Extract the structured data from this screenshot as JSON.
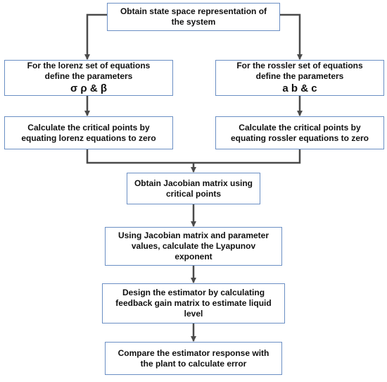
{
  "nodes": {
    "state_space": {
      "lines": [
        "Obtain state space representation of",
        "the system"
      ]
    },
    "lorenz_params": {
      "lines": [
        "For the lorenz set of equations",
        "define the parameters"
      ],
      "params": "σ ρ & β"
    },
    "rossler_params": {
      "lines": [
        "For the rossler set of equations",
        "define the parameters"
      ],
      "params": "a b & c"
    },
    "lorenz_critical": {
      "lines": [
        "Calculate the critical points by",
        "equating lorenz equations to zero"
      ]
    },
    "rossler_critical": {
      "lines": [
        "Calculate the critical points by",
        "equating rossler equations to zero"
      ]
    },
    "jacobian": {
      "lines": [
        "Obtain Jacobian matrix using",
        "critical points"
      ]
    },
    "lyapunov": {
      "lines": [
        "Using Jacobian matrix and parameter",
        "values, calculate the Lyapunov",
        "exponent"
      ]
    },
    "estimator": {
      "lines": [
        "Design the estimator by calculating",
        "feedback gain matrix to estimate liquid",
        "level"
      ]
    },
    "compare": {
      "lines": [
        "Compare the estimator response with",
        "the plant to calculate error"
      ]
    }
  },
  "colors": {
    "box_border": "#6b8fc4",
    "connector": "#4a4a4a",
    "text": "#111111"
  }
}
